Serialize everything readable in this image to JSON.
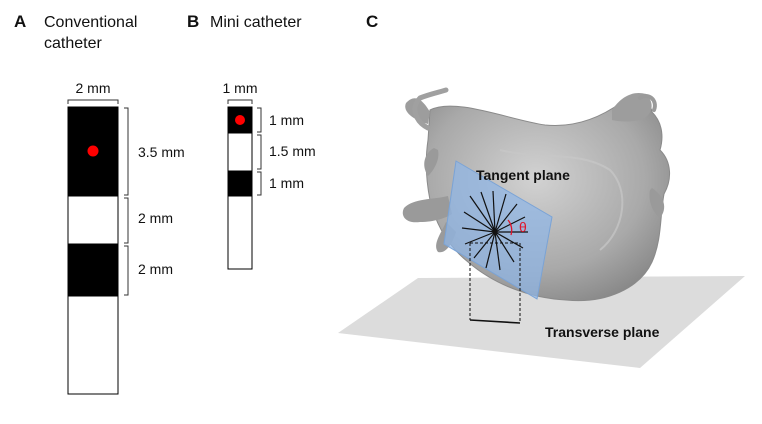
{
  "panels": {
    "a": {
      "letter": "A",
      "title_line1": "Conventional",
      "title_line2": "catheter",
      "width_label": "2 mm",
      "segments": [
        {
          "label": "3.5 mm",
          "fill": "black"
        },
        {
          "label": "2 mm",
          "fill": "white"
        },
        {
          "label": "2 mm",
          "fill": "black"
        }
      ]
    },
    "b": {
      "letter": "B",
      "title": "Mini catheter",
      "width_label": "1 mm",
      "segments": [
        {
          "label": "1 mm",
          "fill": "black"
        },
        {
          "label": "1.5 mm",
          "fill": "white"
        },
        {
          "label": "1 mm",
          "fill": "black"
        }
      ]
    },
    "c": {
      "letter": "C",
      "tangent_plane_label": "Tangent plane",
      "transverse_plane_label": "Transverse plane",
      "angle_label": "θ"
    }
  },
  "colors": {
    "electrode": "#000000",
    "catheter_body": "#ffffff",
    "recording_point": "#ff0000",
    "tangent_plane": "#8fb6e6",
    "transverse_plane": "#dcdcdc",
    "heart": "#a9a9a9",
    "angle": "#e0142a"
  },
  "icons": {
    "recording_point": "red-dot-icon"
  }
}
